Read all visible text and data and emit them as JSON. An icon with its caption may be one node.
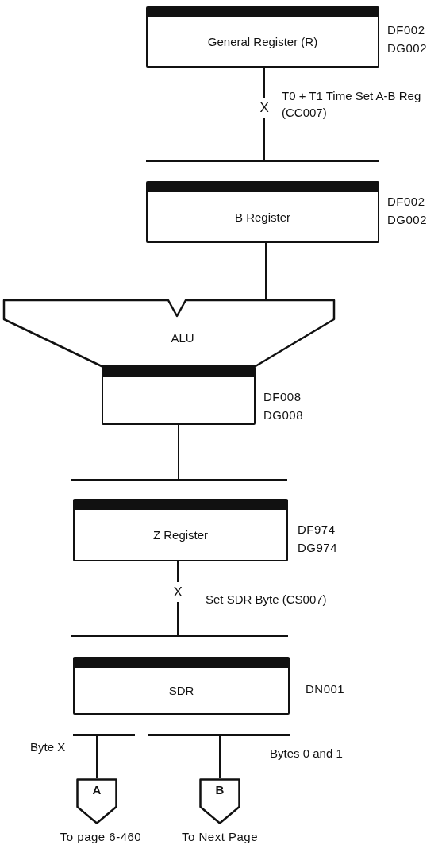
{
  "diagram": {
    "nodes": [
      {
        "text": [
          "General Register (R)"
        ],
        "beside": [
          "DF002",
          "DG002"
        ]
      },
      {
        "text": [],
        "shape": "bar"
      },
      {
        "text": [
          "B Register"
        ],
        "beside": [
          "DF002",
          "DG002"
        ]
      },
      {
        "text": [
          "ALU"
        ]
      },
      {
        "text": [],
        "shape": "box",
        "beside": [
          "DF008",
          "DG008"
        ]
      },
      {
        "text": [],
        "shape": "bar"
      },
      {
        "text": [
          "Z Register"
        ],
        "beside": [
          "DF974",
          "DG974"
        ]
      },
      {
        "text": [],
        "shape": "bar"
      },
      {
        "text": [
          "SDR"
        ],
        "beside": [
          "DN001"
        ]
      },
      {
        "text": [],
        "shape": "bar"
      },
      {
        "text": [],
        "shape": "bar"
      },
      {
        "text": [
          "A"
        ],
        "beside": [
          "To page 6-460"
        ]
      },
      {
        "text": [
          "B"
        ],
        "beside": [
          "To Next Page"
        ]
      }
    ],
    "edges": [
      {
        "from": 0,
        "to": 1,
        "arrow": "none",
        "label": "X"
      },
      {
        "from": 2,
        "to": 3,
        "arrow": "none"
      },
      {
        "from": 4,
        "to": 5,
        "arrow": "none"
      },
      {
        "from": 6,
        "to": 7,
        "arrow": "none",
        "label": "X"
      },
      {
        "from": 9,
        "to": 11,
        "arrow": "none"
      },
      {
        "from": 10,
        "to": 12,
        "arrow": "none"
      }
    ],
    "labels": [
      "T0 + T1 Time Set A-B Reg (CC007)",
      "Set SDR Byte (CS007)",
      "Byte X",
      "Bytes 0 and 1"
    ]
  }
}
